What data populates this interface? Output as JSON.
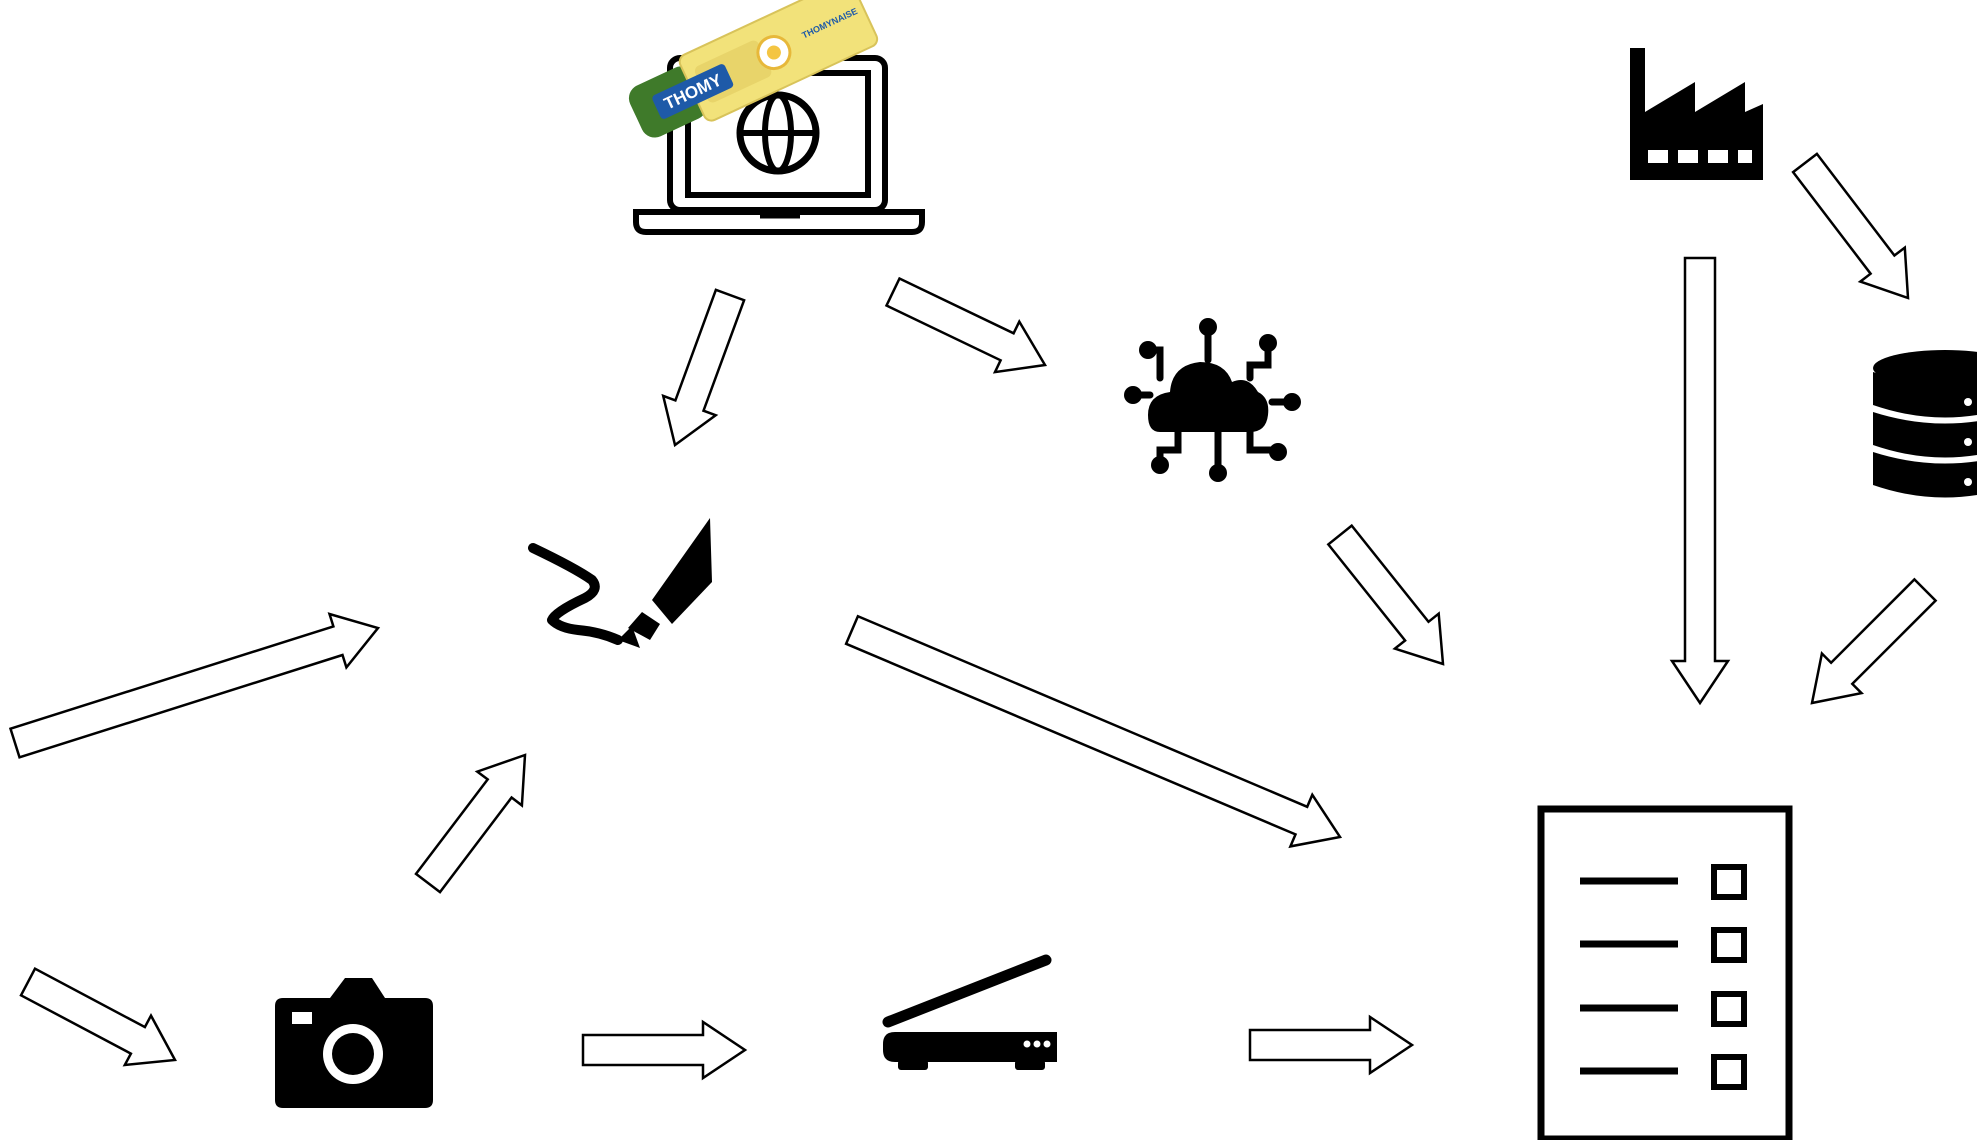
{
  "diagram": {
    "product_label": {
      "brand": "THOMY",
      "product": "THOMYNAISE"
    },
    "nodes": [
      {
        "id": "web-laptop",
        "icon": "laptop-globe-icon"
      },
      {
        "id": "product-tube",
        "icon": "mayonnaise-tube-icon"
      },
      {
        "id": "cloud-network",
        "icon": "cloud-network-icon"
      },
      {
        "id": "factory",
        "icon": "factory-icon"
      },
      {
        "id": "database",
        "icon": "database-icon"
      },
      {
        "id": "signature",
        "icon": "signature-pen-icon"
      },
      {
        "id": "camera",
        "icon": "camera-icon"
      },
      {
        "id": "scanner",
        "icon": "scanner-icon"
      },
      {
        "id": "checklist",
        "icon": "checklist-document-icon"
      }
    ],
    "edges": [
      {
        "from": "web-laptop",
        "to": "signature"
      },
      {
        "from": "web-laptop",
        "to": "cloud-network"
      },
      {
        "from": "cloud-network",
        "to": "checklist"
      },
      {
        "from": "factory",
        "to": "checklist"
      },
      {
        "from": "factory",
        "to": "database"
      },
      {
        "from": "database",
        "to": "checklist"
      },
      {
        "from": "external-left",
        "to": "signature"
      },
      {
        "from": "camera",
        "to": "signature"
      },
      {
        "from": "signature",
        "to": "checklist"
      },
      {
        "from": "external-left",
        "to": "camera"
      },
      {
        "from": "camera",
        "to": "scanner"
      },
      {
        "from": "scanner",
        "to": "checklist"
      }
    ],
    "colors": {
      "ink": "#000000",
      "background": "#ffffff",
      "tube_yellow": "#f2e27a",
      "label_blue": "#1e5aa8",
      "cap_green": "#3f7a2a"
    }
  }
}
